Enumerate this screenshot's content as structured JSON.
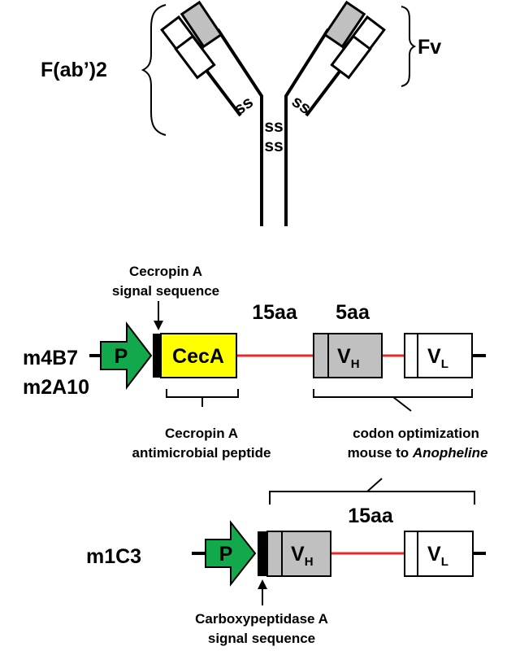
{
  "antibody": {
    "fab_label": "F(ab’)2",
    "fv_label": "Fv",
    "ss_label": "ss"
  },
  "construct1": {
    "names": [
      "m4B7",
      "m2A10"
    ],
    "promoter": "P",
    "signal_label_lines": [
      "Cecropin A",
      "signal sequence"
    ],
    "ceca_label": "CecA",
    "linker_long": "15aa",
    "linker_short": "5aa",
    "vh_main": "V",
    "vh_sub": "H",
    "vl_main": "V",
    "vl_sub": "L",
    "amp_label_lines": [
      "Cecropin A",
      "antimicrobial peptide"
    ],
    "codon_line1": "codon optimization",
    "codon_line2_prefix": "mouse to ",
    "codon_line2_italic": "Anopheline"
  },
  "construct2": {
    "name": "m1C3",
    "promoter": "P",
    "linker": "15aa",
    "vh_main": "V",
    "vh_sub": "H",
    "vl_main": "V",
    "vl_sub": "L",
    "signal_label_lines": [
      "Carboxypeptidase A",
      "signal sequence"
    ]
  },
  "colors": {
    "promoter": "#12a84c",
    "ceca": "#ffff00",
    "vh": "#c0c0c0",
    "vl": "#ffffff",
    "signal": "#000000",
    "linker": "#e8282a",
    "line": "#000000"
  }
}
